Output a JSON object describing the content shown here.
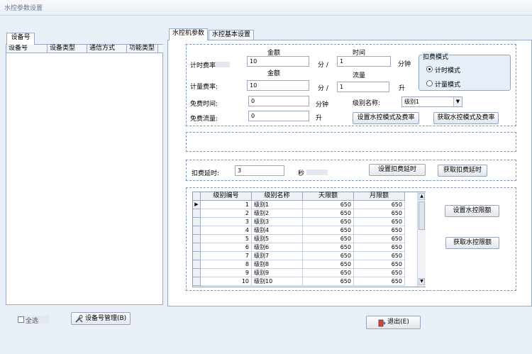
{
  "window": {
    "title": "水控参数设置"
  },
  "left": {
    "tab_label": "设备号",
    "columns": [
      "设备号",
      "设备类型",
      "通信方式",
      "功能类型"
    ],
    "select_all_label": "全选",
    "manage_button": "设备号管理(B)"
  },
  "tabs": [
    "水控机参数",
    "水控基本设置"
  ],
  "rates": {
    "amount_header_1": "金额",
    "time_header": "时间",
    "timed_rate_label": "计时费率:",
    "timed_amount": "10",
    "unit_fen_1": "分 /",
    "timed_minutes": "1",
    "unit_minute_1": "分钟",
    "amount_header_2": "金额",
    "flow_header": "流量",
    "flow_rate_label": "计量费率:",
    "flow_amount": "10",
    "unit_fen_2": "分 /",
    "flow_liters": "1",
    "unit_liter_1": "升",
    "free_time_label": "免费时间:",
    "free_time": "0",
    "unit_minute_2": "分钟",
    "level_name_label": "级别名称:",
    "level_name_selected": "级别1",
    "free_flow_label": "免费流量:",
    "free_flow": "0",
    "unit_liter_2": "升",
    "set_mode_button": "设置水控模式及费率",
    "get_mode_button": "获取水控模式及费率",
    "mode_group_title": "扣费模式",
    "mode_timed": "计时模式",
    "mode_flow": "计量模式"
  },
  "delay": {
    "label": "扣费延时:",
    "value": "3",
    "unit": "秒",
    "set_button": "设置扣费延时",
    "get_button": "获取扣费延时"
  },
  "limits": {
    "columns": [
      "级别编号",
      "级别名称",
      "天限额",
      "月限额"
    ],
    "rows": [
      {
        "id": "1",
        "name": "级别1",
        "day": "650",
        "month": "650"
      },
      {
        "id": "2",
        "name": "级别2",
        "day": "650",
        "month": "650"
      },
      {
        "id": "3",
        "name": "级别3",
        "day": "650",
        "month": "650"
      },
      {
        "id": "4",
        "name": "级别4",
        "day": "650",
        "month": "650"
      },
      {
        "id": "5",
        "name": "级别5",
        "day": "650",
        "month": "650"
      },
      {
        "id": "6",
        "name": "级别6",
        "day": "650",
        "month": "650"
      },
      {
        "id": "7",
        "name": "级别7",
        "day": "650",
        "month": "650"
      },
      {
        "id": "8",
        "name": "级别8",
        "day": "650",
        "month": "650"
      },
      {
        "id": "9",
        "name": "级别9",
        "day": "650",
        "month": "650"
      },
      {
        "id": "10",
        "name": "级别10",
        "day": "650",
        "month": "650"
      }
    ],
    "set_button": "设置水控限额",
    "get_button": "获取水控限额"
  },
  "footer": {
    "exit_button": "退出(E)"
  }
}
